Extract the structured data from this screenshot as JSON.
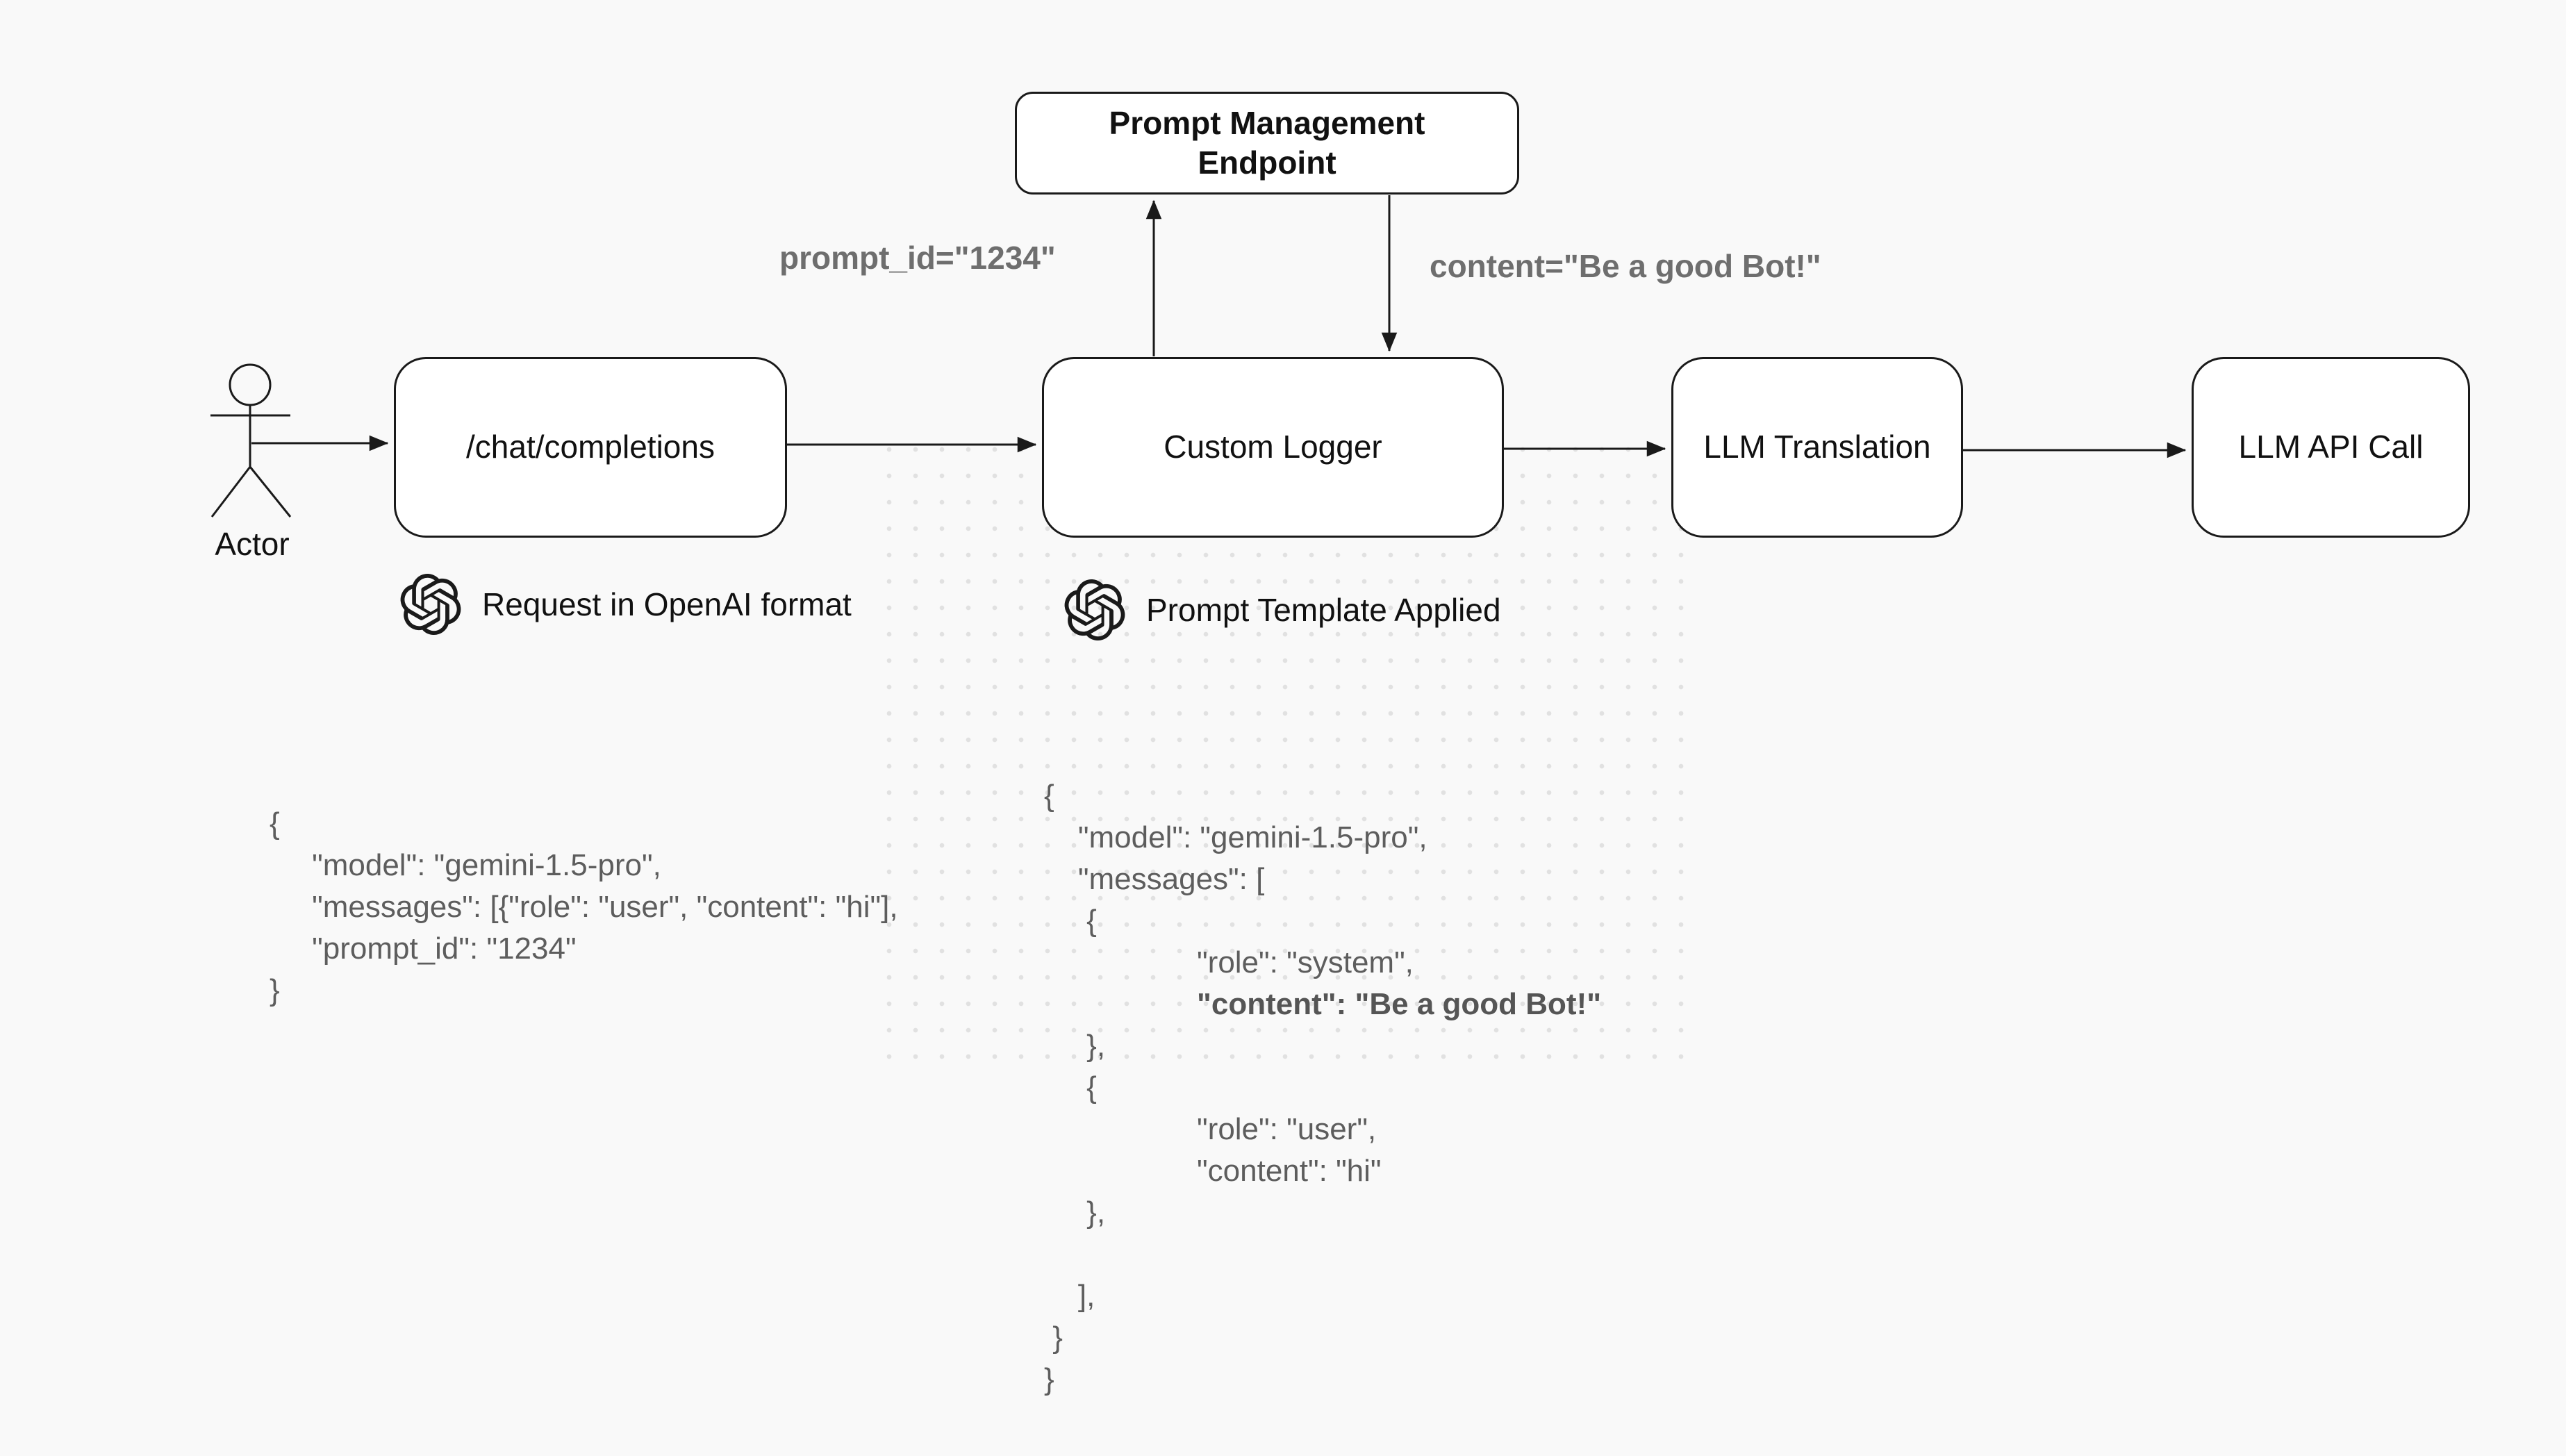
{
  "colors": {
    "background": "#f9f9f9",
    "dot_grid": "#e1e1e1",
    "stroke": "#1a1a1a",
    "gray_text": "#5d5d5d",
    "edge_label_text": "#6e6e6e"
  },
  "nodes": {
    "prompt_management": {
      "label": "Prompt Management Endpoint"
    },
    "chat_completions": {
      "label": "/chat/completions"
    },
    "custom_logger": {
      "label": "Custom Logger"
    },
    "llm_translation": {
      "label": "LLM Translation"
    },
    "llm_api_call": {
      "label": "LLM API Call"
    }
  },
  "actor": {
    "label": "Actor"
  },
  "edge_labels": {
    "prompt_id": "prompt_id=\"1234\"",
    "content": "content=\"Be a good Bot!\""
  },
  "annotations": {
    "request": {
      "icon": "openai-logo",
      "text": "Request in OpenAI format"
    },
    "template": {
      "icon": "openai-logo",
      "text": "Prompt Template Applied"
    }
  },
  "left_json": {
    "lines": [
      {
        "text": "{"
      },
      {
        "text": "     \"model\": \"gemini-1.5-pro\","
      },
      {
        "text": "     \"messages\": [{\"role\": \"user\", \"content\": \"hi\"],"
      },
      {
        "text": "     \"prompt_id\": \"1234\""
      },
      {
        "text": "}"
      }
    ]
  },
  "mid_json": {
    "lines": [
      {
        "text": "{"
      },
      {
        "text": "    \"model\": \"gemini-1.5-pro\","
      },
      {
        "text": "    \"messages\": ["
      },
      {
        "text": "     {"
      },
      {
        "text": "                  \"role\": \"system\","
      },
      {
        "text": "                  \"content\": \"Be a good Bot!\"",
        "bold": true
      },
      {
        "text": "     },"
      },
      {
        "text": "     {"
      },
      {
        "text": "                  \"role\": \"user\","
      },
      {
        "text": "                  \"content\": \"hi\""
      },
      {
        "text": "     },"
      },
      {
        "text": ""
      },
      {
        "text": "    ],"
      },
      {
        "text": " }"
      },
      {
        "text": "}"
      }
    ]
  }
}
